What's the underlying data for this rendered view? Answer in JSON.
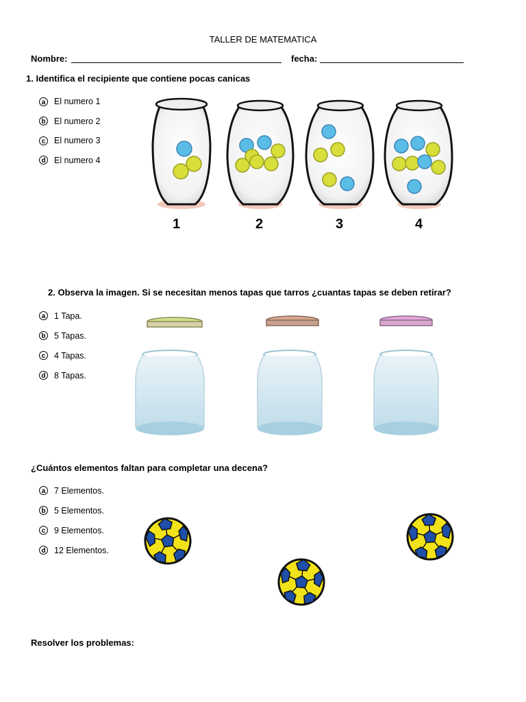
{
  "header": {
    "title": "TALLER DE MATEMATICA",
    "name_label": "Nombre:",
    "date_label": "fecha:"
  },
  "q1": {
    "question": "1.   Identifica el recipiente que contiene pocas canicas",
    "options": [
      {
        "letter": "a",
        "text": "El numero 1"
      },
      {
        "letter": "b",
        "text": "El numero 2"
      },
      {
        "letter": "c",
        "text": "El numero 3"
      },
      {
        "letter": "d",
        "text": "El numero 4"
      }
    ],
    "jar_labels": [
      "1",
      "2",
      "3",
      "4"
    ]
  },
  "q2": {
    "question": "2.   Observa la imagen. Si se necesitan menos tapas que tarros ¿cuantas tapas se deben retirar?",
    "options": [
      {
        "letter": "a",
        "text": "1 Tapa."
      },
      {
        "letter": "b",
        "text": "5 Tapas."
      },
      {
        "letter": "c",
        "text": "4 Tapas."
      },
      {
        "letter": "d",
        "text": "8 Tapas."
      }
    ]
  },
  "q3": {
    "question": "¿Cuántos elementos faltan para completar una decena?",
    "options": [
      {
        "letter": "a",
        "text": "7 Elementos."
      },
      {
        "letter": "b",
        "text": "5 Elementos."
      },
      {
        "letter": "c",
        "text": "9 Elementos."
      },
      {
        "letter": "d",
        "text": "12 Elementos."
      }
    ]
  },
  "footer": {
    "problems_label": "Resolver los problemas:"
  },
  "colors": {
    "marble_yellow": "#d8de3a",
    "marble_blue": "#5bbde6",
    "lid_green": "#cfe08a",
    "lid_brown": "#d6a890",
    "lid_pink": "#e4a6d8",
    "ball_yellow": "#f2e21a",
    "ball_blue": "#1f4fa8"
  }
}
